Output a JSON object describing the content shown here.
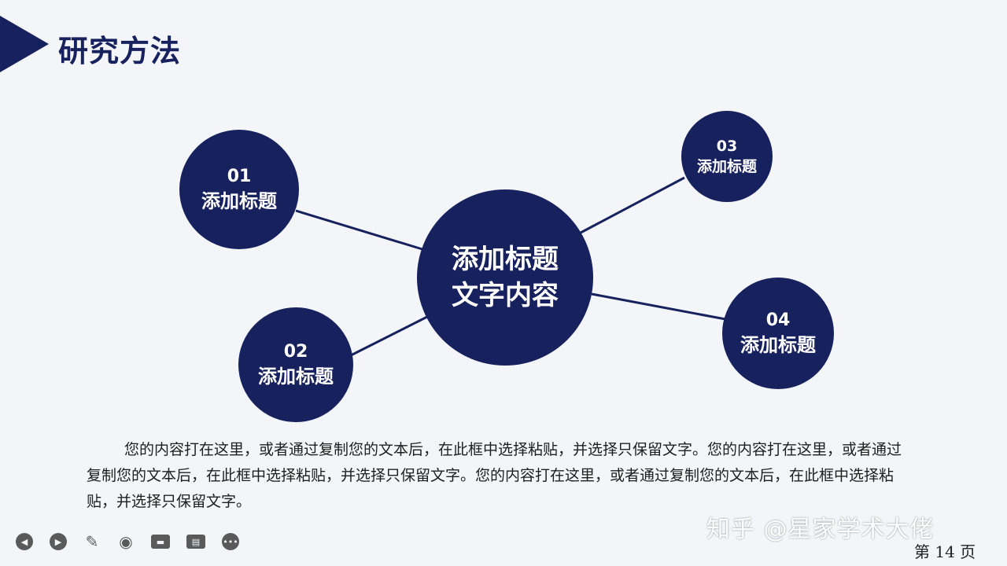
{
  "slide": {
    "title": "研究方法"
  },
  "center_node": {
    "line1": "添加标题",
    "line2": "文字内容"
  },
  "nodes": [
    {
      "number": "01",
      "label": "添加标题"
    },
    {
      "number": "02",
      "label": "添加标题"
    },
    {
      "number": "03",
      "label": "添加标题"
    },
    {
      "number": "04",
      "label": "添加标题"
    }
  ],
  "body_text": "您的内容打在这里，或者通过复制您的文本后，在此框中选择粘贴，并选择只保留文字。您的内容打在这里，或者通过复制您的文本后，在此框中选择粘贴，并选择只保留文字。您的内容打在这里，或者通过复制您的文本后，在此框中选择粘贴，并选择只保留文字。",
  "toolbar": {
    "buttons": [
      {
        "name": "previous",
        "icon": "◀"
      },
      {
        "name": "next",
        "icon": "▶"
      },
      {
        "name": "pen",
        "icon": "✎"
      },
      {
        "name": "zoom",
        "icon": "◉"
      },
      {
        "name": "camera",
        "icon": "▬"
      },
      {
        "name": "subtitles",
        "icon": "▤"
      },
      {
        "name": "more",
        "icon": "•••"
      }
    ]
  },
  "watermark": "知乎 @星家学术大佬",
  "page_label": "第 14 页",
  "colors": {
    "accent": "#17215e",
    "background": "#f3f5f8"
  }
}
